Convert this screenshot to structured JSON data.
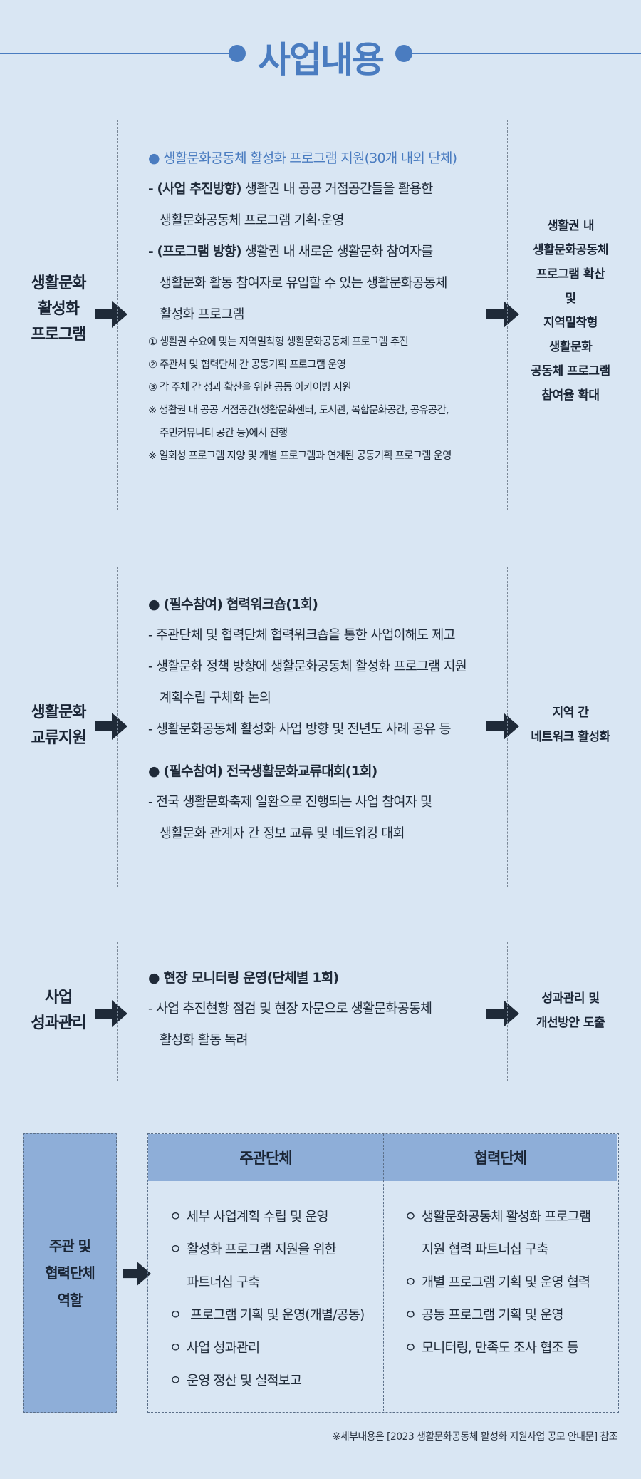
{
  "header": {
    "title": "사업내용"
  },
  "section1": {
    "left_label": [
      "생활문화",
      "활성화",
      "프로그램"
    ],
    "heading": "● 생활문화공동체 활성화 프로그램 지원(30개 내외 단체)",
    "line1_bold": "- (사업 추진방향)",
    "line1_rest": " 생활권 내 공공 거점공간들을 활용한",
    "line1_cont": "생활문화공동체 프로그램 기획·운영",
    "line2_bold": "- (프로그램 방향)",
    "line2_rest": " 생활권 내 새로운 생활문화 참여자를",
    "line2_cont1": "생활문화 활동 참여자로 유입할 수 있는 생활문화공동체",
    "line2_cont2": "활성화 프로그램",
    "item1": "① 생활권 수요에 맞는 지역밀착형 생활문화공동체 프로그램 추진",
    "item2": "② 주관처 및 협력단체 간 공동기획 프로그램 운영",
    "item3": "③ 각 주체 간 성과 확산을 위한 공동 아카이빙 지원",
    "note1": "※ 생활권 내 공공 거점공간(생활문화센터, 도서관, 복합문화공간, 공유공간,",
    "note1_cont": "주민커뮤니티 공간 등)에서 진행",
    "note2": "※ 일회성 프로그램 지양 및 개별 프로그램과 연계된 공동기획 프로그램 운영",
    "right_label": [
      "생활권 내",
      "생활문화공동체",
      "프로그램 확산",
      "및",
      "지역밀착형",
      "생활문화",
      "공동체 프로그램",
      "참여율 확대"
    ]
  },
  "section2": {
    "left_label": [
      "생활문화",
      "교류지원"
    ],
    "heading1": "● (필수참여) 협력워크숍(1회)",
    "l1": "- 주관단체 및 협력단체 협력워크숍을 통한 사업이해도 제고",
    "l2": "- 생활문화 정책 방향에 생활문화공동체 활성화 프로그램 지원",
    "l2_cont": "계획수립 구체화 논의",
    "l3": "- 생활문화공동체 활성화 사업 방향 및 전년도 사례 공유 등",
    "heading2": "● (필수참여) 전국생활문화교류대회(1회)",
    "l4": "- 전국 생활문화축제 일환으로 진행되는 사업 참여자 및",
    "l4_cont": "생활문화 관계자 간 정보 교류 및 네트워킹 대회",
    "right_label": [
      "지역 간",
      "네트워크 활성화"
    ]
  },
  "section3": {
    "left_label": [
      "사업",
      "성과관리"
    ],
    "heading": "● 현장 모니터링 운영(단체별 1회)",
    "l1": "- 사업 추진현황 점검 및 현장 자문으로 생활문화공동체",
    "l1_cont": "활성화 활동 독려",
    "right_label": [
      "성과관리 및",
      "개선방안 도출"
    ]
  },
  "roles": {
    "left_label": [
      "주관 및",
      "협력단체",
      "역할"
    ],
    "col_a_title": "주관단체",
    "col_b_title": "협력단체",
    "bullet": "ㅇ",
    "col_a": {
      "i1": "세부 사업계획 수립 및 운영",
      "i2": "활성화 프로그램 지원을 위한",
      "i2_cont": "파트너십 구축",
      "i3": " 프로그램 기획 및 운영(개별/공동)",
      "i4": "사업 성과관리",
      "i5": "운영 정산 및 실적보고"
    },
    "col_b": {
      "i1": "생활문화공동체 활성화 프로그램",
      "i1_cont": "지원 협력 파트너십 구축",
      "i2": "개별 프로그램 기획 및 운영 협력",
      "i3": "공동 프로그램 기획 및 운영",
      "i4": "모니터링, 만족도 조사 협조 등"
    }
  },
  "footnote": "※세부내용은 [2023 생활문화공동체 활성화 지원사업 공모 안내문] 참조",
  "colors": {
    "accent": "#4a7cc0",
    "background": "#d9e6f3",
    "table_header": "#8eaed8",
    "arrow": "#1f2a38"
  },
  "icons": {
    "arrow": "arrow-right-icon",
    "dot": "dot-icon"
  }
}
